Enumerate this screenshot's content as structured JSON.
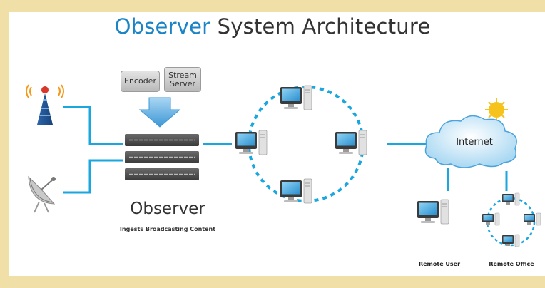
{
  "title": {
    "brand": "Observer",
    "rest": "System Architecture"
  },
  "sources": [
    {
      "name": "broadcast-tower",
      "icon": "antenna-tower-icon"
    },
    {
      "name": "satellite-dish",
      "icon": "satellite-dish-icon"
    }
  ],
  "encoder_label": "Encoder",
  "stream_server_label": "Stream\nServer",
  "observer_label": "Observer",
  "observer_subtitle": "Ingests Broadcasting Content",
  "internet_label": "Internet",
  "remote_user_label": "Remote User",
  "remote_office_label": "Remote Office",
  "colors": {
    "accent": "#1b84c6",
    "link": "#1aa7e0",
    "frame": "#f1dfa8",
    "cloud": "#cde9f8",
    "sun": "#f6c21c"
  }
}
